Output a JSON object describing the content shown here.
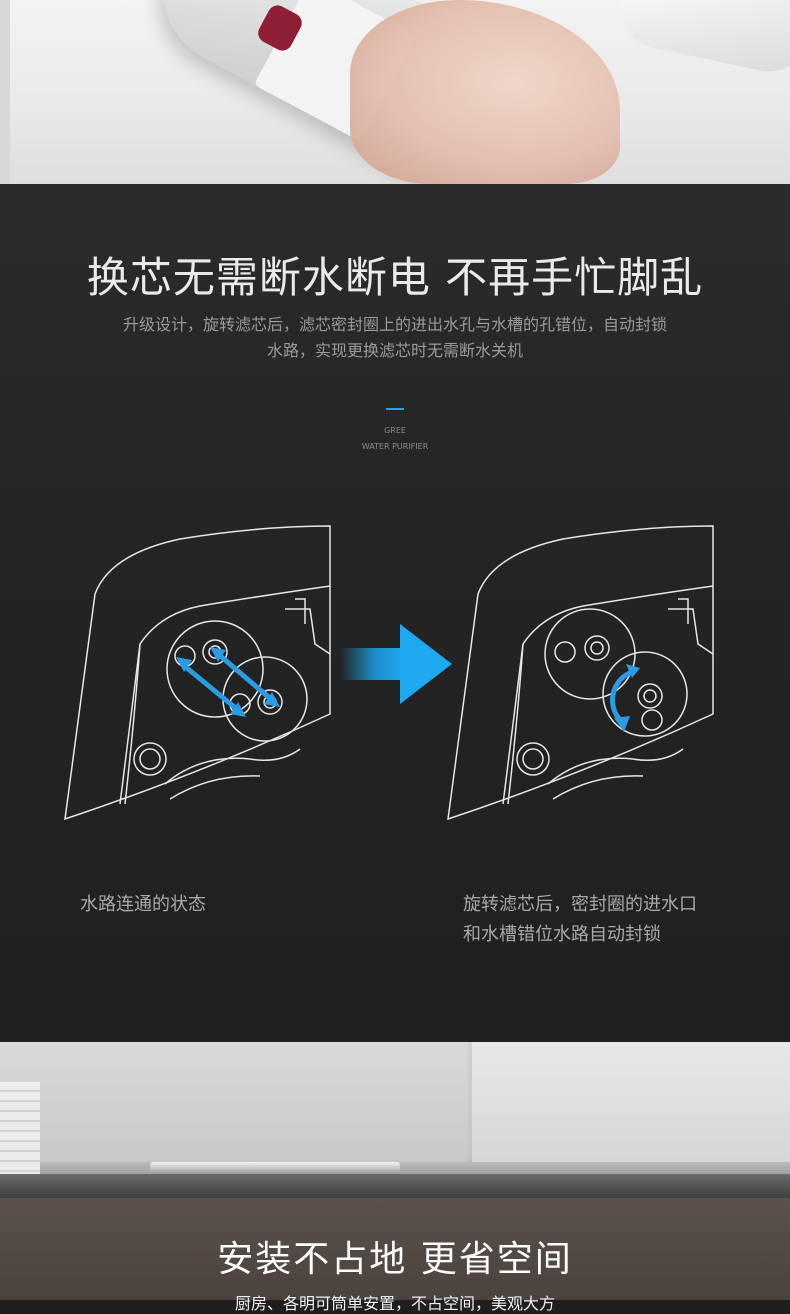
{
  "headline": "换芯无需断水断电 不再手忙脚乱",
  "subtext_line1": "升级设计，旋转滤芯后，滤芯密封圈上的进出水孔与水槽的孔错位，自动封锁",
  "subtext_line2": "水路，实现更换滤芯时无需断水关机",
  "brand_line1": "GREE",
  "brand_line2": "WATER PURIFIER",
  "caption_left": "水路连通的状态",
  "caption_right_line1": "旋转滤芯后，密封圈的进水口",
  "caption_right_line2": "和水槽错位水路自动封锁",
  "kitchen_title": "安装不占地 更省空间",
  "kitchen_sub": "厨房、各明可筒单安置，不占空间，美观大方",
  "colors": {
    "accent": "#22a6e0",
    "dark_bg": "#262626",
    "arrow_blue": "#1e9ee6"
  }
}
